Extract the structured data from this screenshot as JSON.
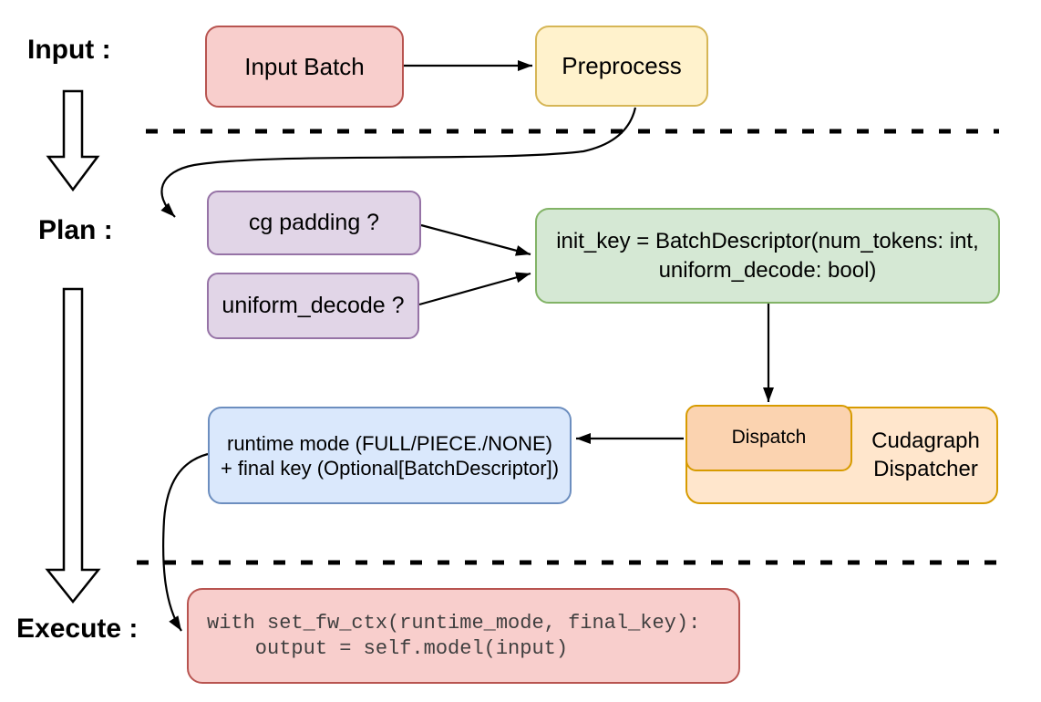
{
  "section_labels": {
    "input": "Input :",
    "plan": "Plan :",
    "execute": "Execute :"
  },
  "nodes": {
    "input_batch": {
      "label": "Input Batch"
    },
    "preprocess": {
      "label": "Preprocess"
    },
    "cg_padding": {
      "label": "cg padding ?"
    },
    "uniform_decode": {
      "label": "uniform_decode ?"
    },
    "init_key": {
      "line1": "init_key = BatchDescriptor(num_tokens: int,",
      "line2": "uniform_decode: bool)"
    },
    "dispatch": {
      "label": "Dispatch"
    },
    "cudagraph_dispatcher": {
      "label": "Cudagraph Dispatcher"
    },
    "runtime_mode_key": {
      "line1": "runtime mode (FULL/PIECE./NONE)",
      "line2": "+ final key (Optional[BatchDescriptor])"
    },
    "execute_code": {
      "line1": "with set_fw_ctx(runtime_mode, final_key):",
      "line2": "    output = self.model(input)"
    }
  },
  "palette": {
    "red_fill": "#f8cecc",
    "red_stroke": "#b85450",
    "yellow_fill": "#fff2cc",
    "yellow_stroke": "#d6b656",
    "purple_fill": "#e1d5e7",
    "purple_stroke": "#9673a6",
    "green_fill": "#d5e8d4",
    "green_stroke": "#82b366",
    "blue_fill": "#dae8fc",
    "blue_stroke": "#6c8ebf",
    "orange_outer_fill": "#ffe6cc",
    "orange_inner_fill": "#fbd3b0",
    "orange_stroke": "#d79b00",
    "connector": "#000000",
    "code_text": "#3f3f3f",
    "background": "#ffffff"
  }
}
